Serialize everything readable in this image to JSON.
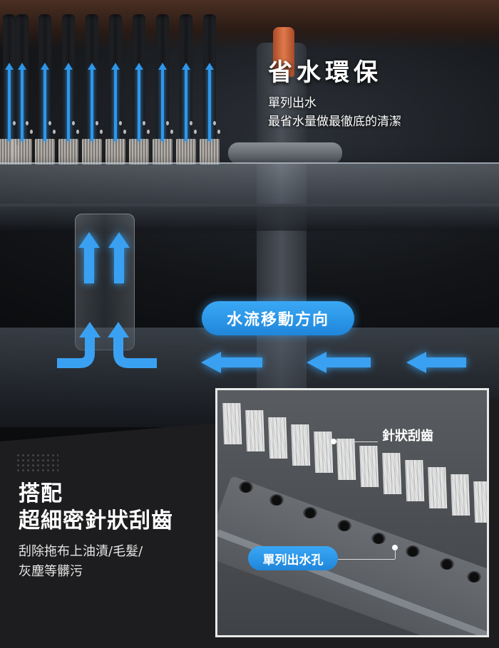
{
  "headline": {
    "title": "省水環保",
    "line1": "單列出水",
    "line2": "最省水量做最徹底的清潔"
  },
  "flow_label": "水流移動方向",
  "feature": {
    "title_line1": "搭配",
    "title_line2": "超細密針狀刮齒",
    "desc_line1": "刮除拖布上油漬/毛髮/",
    "desc_line2": "灰塵等髒污"
  },
  "callouts": {
    "needle_teeth": "針狀刮齒",
    "water_holes": "單列出水孔"
  },
  "colors": {
    "accent_blue": "#3aa1f2",
    "panel": "#1d1d1f"
  }
}
